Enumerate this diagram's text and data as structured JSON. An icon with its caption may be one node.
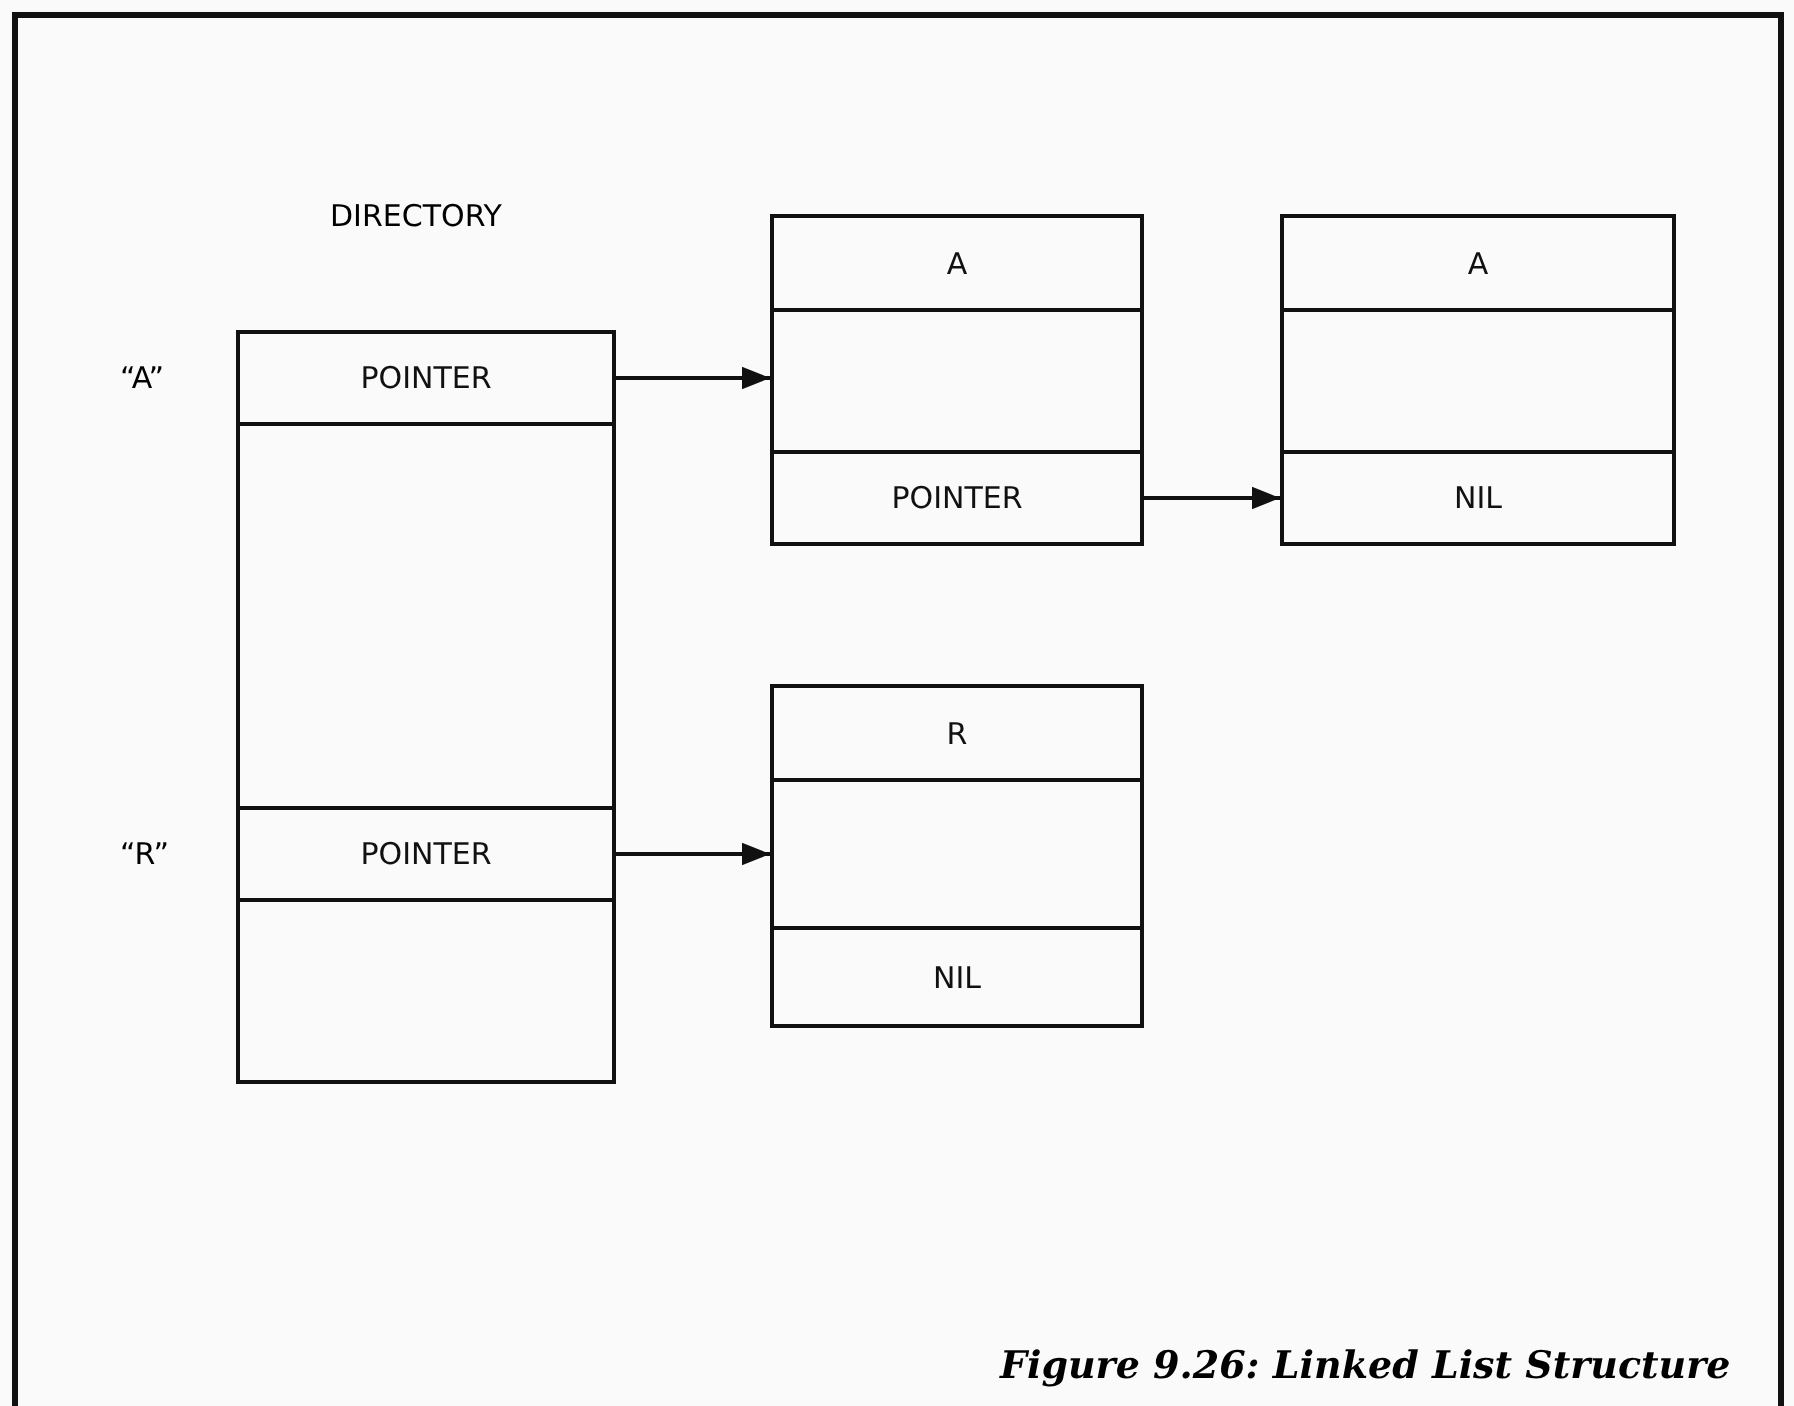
{
  "diagram": {
    "caption": "Figure 9.26: Linked List Structure",
    "nodes": [
      {
        "text": [
          "DIRECTORY"
        ]
      },
      {
        "text": [
          "POINTER"
        ],
        "in": 0,
        "beside": [
          "“A”"
        ]
      },
      {
        "text": [
          "POINTER"
        ],
        "in": 0,
        "beside": [
          "“R”"
        ]
      },
      {
        "text": [],
        "shape": "box"
      },
      {
        "text": [
          "A"
        ],
        "in": 3
      },
      {
        "text": [
          "POINTER"
        ],
        "in": 3
      },
      {
        "text": [],
        "shape": "box"
      },
      {
        "text": [
          "A"
        ],
        "in": 6
      },
      {
        "text": [
          "NIL"
        ],
        "in": 6
      },
      {
        "text": [],
        "shape": "box"
      },
      {
        "text": [
          "R"
        ],
        "in": 9
      },
      {
        "text": [
          "NIL"
        ],
        "in": 9
      }
    ],
    "edges": [
      {
        "from": 1,
        "to": 3,
        "arrow": "to"
      },
      {
        "from": 5,
        "to": 6,
        "arrow": "to"
      },
      {
        "from": 2,
        "to": 9,
        "arrow": "to"
      }
    ]
  }
}
